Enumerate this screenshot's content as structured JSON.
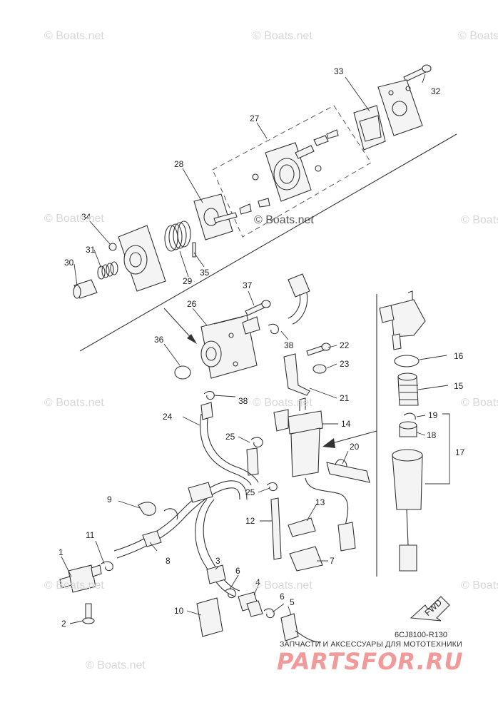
{
  "watermarks": [
    "© Boats.net",
    "© Boats.net",
    "© Boats.net",
    "© Boats.net",
    "© Boats.net",
    "© Boats.net",
    "© Boats.net",
    "© Boats.net",
    "© Boats.net",
    "© Boats.net",
    "© Boats.net",
    "© Boats.net",
    "© Boats.net"
  ],
  "part_numbers": [
    "1",
    "2",
    "3",
    "4",
    "5",
    "6",
    "6",
    "7",
    "8",
    "9",
    "10",
    "11",
    "12",
    "13",
    "14",
    "15",
    "16",
    "17",
    "18",
    "19",
    "20",
    "21",
    "22",
    "23",
    "24",
    "25",
    "25",
    "26",
    "27",
    "28",
    "29",
    "30",
    "31",
    "32",
    "33",
    "34",
    "35",
    "36",
    "37",
    "38",
    "38"
  ],
  "diagram_code": "6CJ8100-R130",
  "fwd_label": "FWD",
  "shop": {
    "tagline": "ЗАПЧАСТИ И АКСЕССУАРЫ ДЛЯ МОТОТЕХНИКИ",
    "brand": "PARTSFOR.RU"
  }
}
